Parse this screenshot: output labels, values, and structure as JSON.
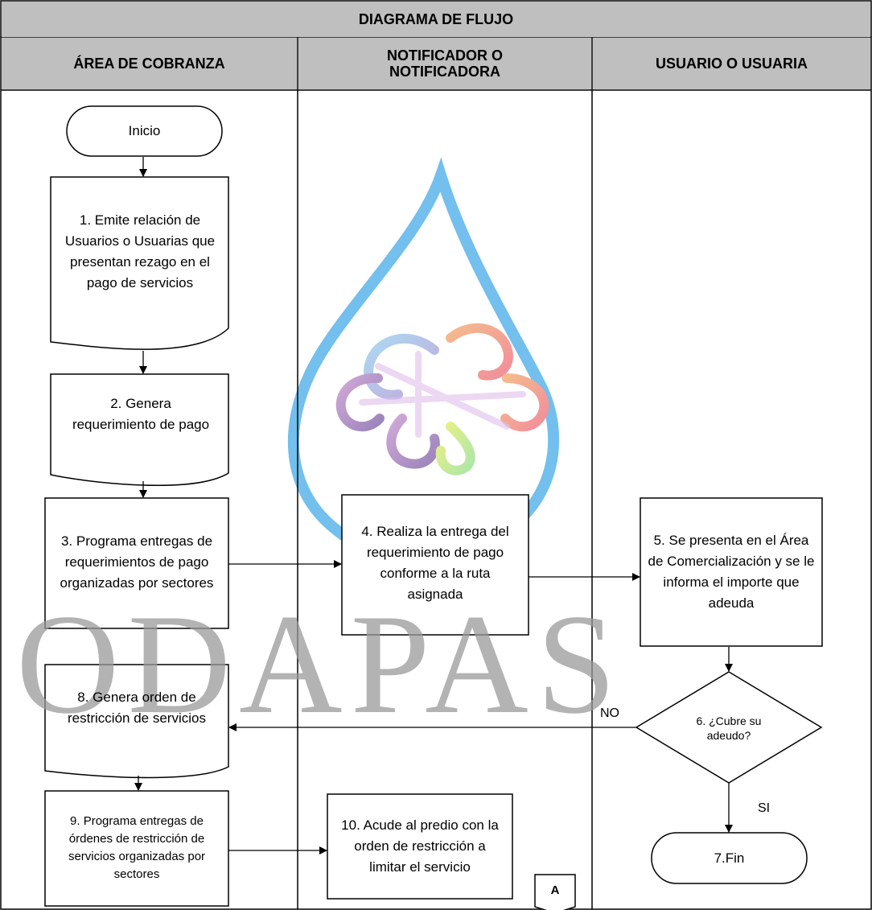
{
  "title": "DIAGRAMA DE FLUJO",
  "lanes": [
    "ÁREA DE COBRANZA",
    "NOTIFICADOR O NOTIFICADORA",
    "USUARIO O USUARIA"
  ],
  "watermark": "ODAPAS",
  "nodes": {
    "start": "Inicio",
    "n1": "1. Emite relación de Usuarios o Usuarias que presentan rezago en el pago de servicios",
    "n2": "2. Genera requerimiento de pago",
    "n3": "3. Programa entregas de requerimientos de pago organizadas por sectores",
    "n4": "4. Realiza la entrega del requerimiento de pago conforme a la ruta asignada",
    "n5": "5. Se presenta en el Área de Comercialización y se le informa el importe que adeuda",
    "n6": "6. ¿Cubre su adeudo?",
    "n7": "7.Fin",
    "n8": "8. Genera orden de restricción de servicios",
    "n9": "9. Programa entregas de órdenes de restricción de servicios organizadas por sectores",
    "n10": "10. Acude al predio con la orden de restricción a limitar el servicio",
    "connector": "A"
  },
  "edge_labels": {
    "no": "NO",
    "yes": "SI"
  }
}
